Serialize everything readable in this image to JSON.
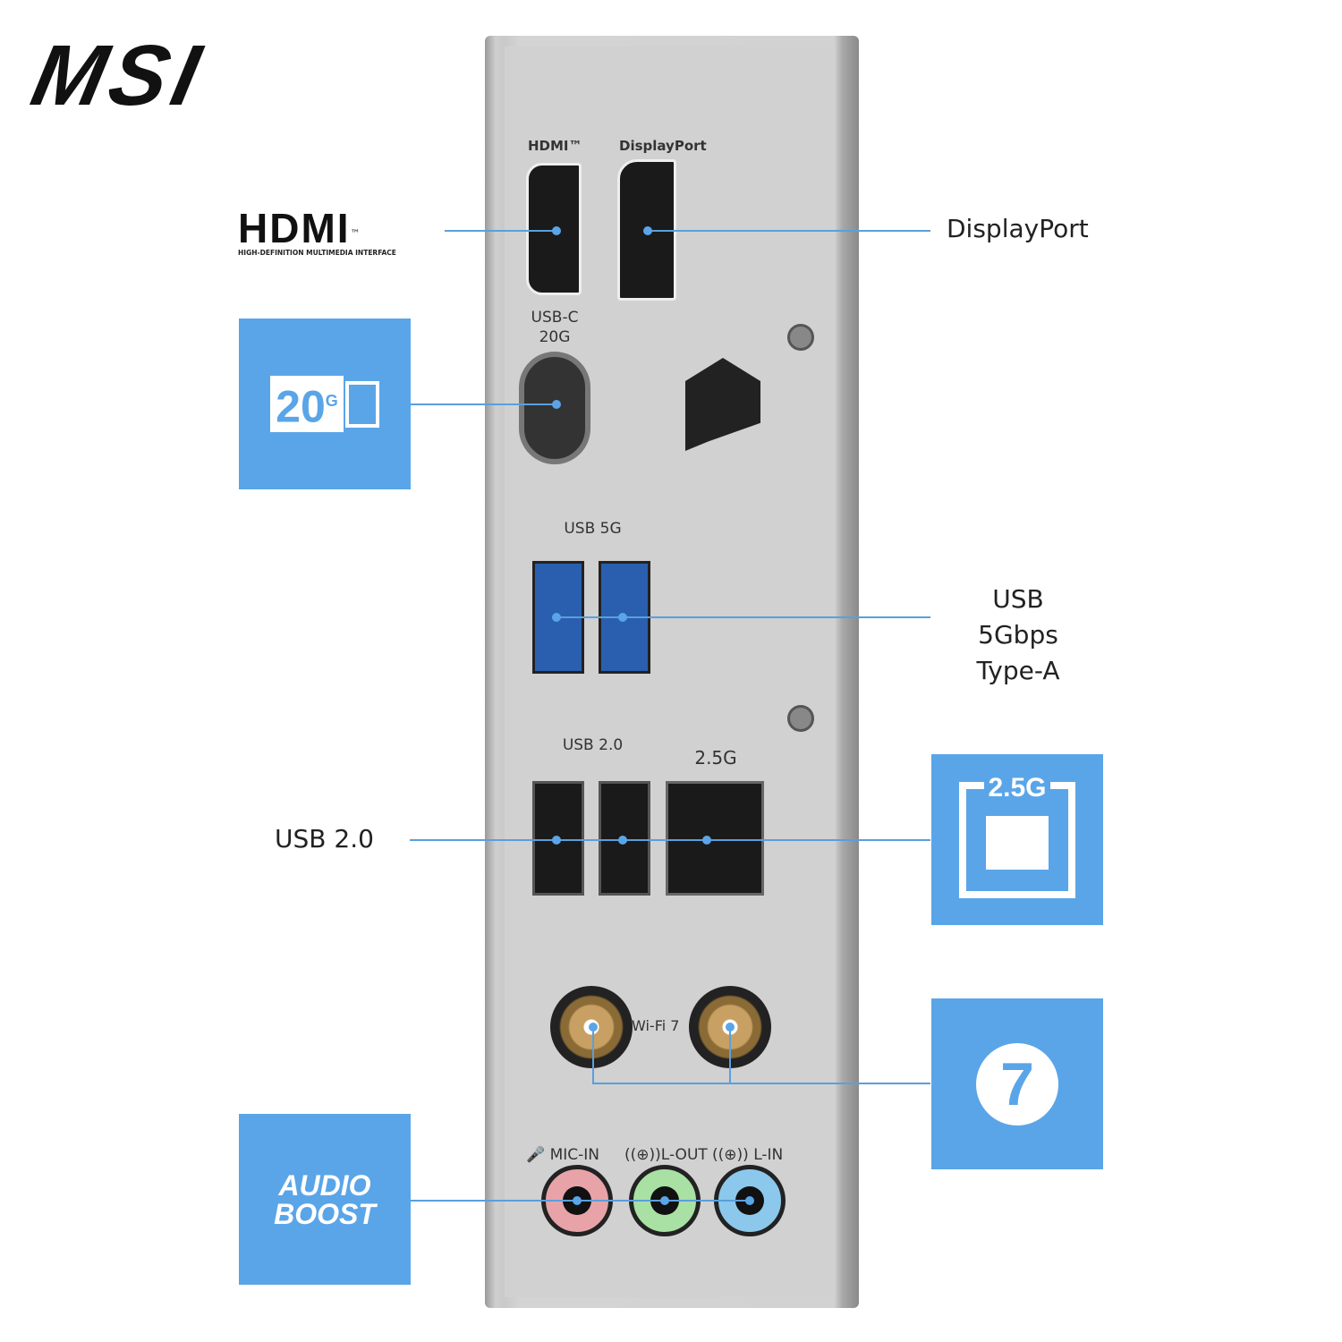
{
  "brand": "MSI",
  "panel_labels": {
    "hdmi": "HDMI™",
    "displayport": "DisplayPort",
    "usbc": "USB-C 20G",
    "usb5g": "USB 5G",
    "usb20": "USB 2.0",
    "lan": "2.5G",
    "wifi": "Wi-Fi 7",
    "mic": "MIC-IN",
    "lout": "L-OUT",
    "lin": "L-IN"
  },
  "callouts": {
    "hdmi_logo": "HDMI",
    "hdmi_tm": "™",
    "hdmi_sub": "HIGH-DEFINITION MULTIMEDIA INTERFACE",
    "displayport": "DisplayPort",
    "usb5_line1": "USB 5Gbps",
    "usb5_line2": "Type-A",
    "usb20": "USB 2.0"
  },
  "boxes": {
    "usbc": "20",
    "usbc_sup": "G",
    "lan": "2.5G",
    "wifi": "7",
    "audio1": "AUDIO",
    "audio2": "BOOST"
  },
  "colors": {
    "accent": "#5aa5e8",
    "mic": "#e8a3a8",
    "lout": "#a9e0a4",
    "lin": "#8cc8ec"
  }
}
